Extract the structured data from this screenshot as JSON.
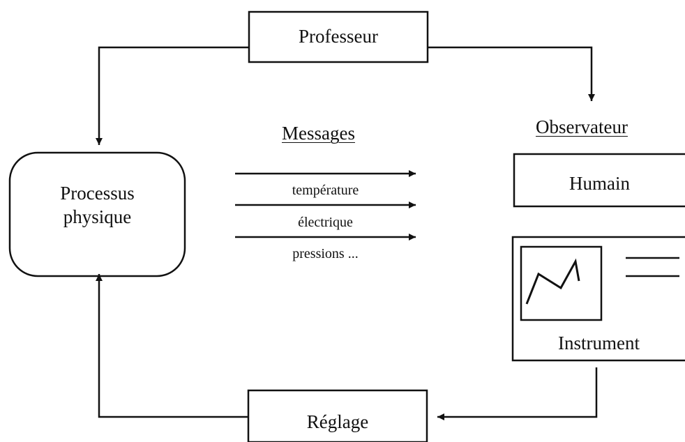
{
  "nodes": {
    "teacher": "Professeur",
    "process_line1": "Processus",
    "process_line2": "physique",
    "observer_title": "Observateur",
    "human": "Humain",
    "instrument": "Instrument",
    "adjustment": "Réglage"
  },
  "messages": {
    "title": "Messages",
    "items": [
      "température",
      "électrique",
      "pressions ..."
    ]
  },
  "colors": {
    "ink": "#111111",
    "background": "#ffffff"
  }
}
